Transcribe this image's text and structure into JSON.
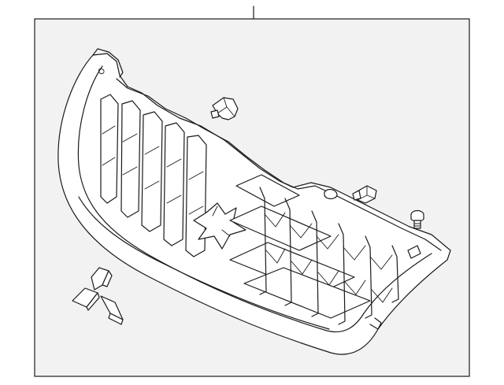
{
  "diagram": {
    "background_color": "#f2f2f2",
    "line_color": "#1a1a1a",
    "parts": [
      {
        "name": "grille-assembly"
      },
      {
        "name": "emblem"
      },
      {
        "name": "clip-upper"
      },
      {
        "name": "clip-center"
      },
      {
        "name": "clip-small"
      },
      {
        "name": "bolt"
      }
    ]
  }
}
